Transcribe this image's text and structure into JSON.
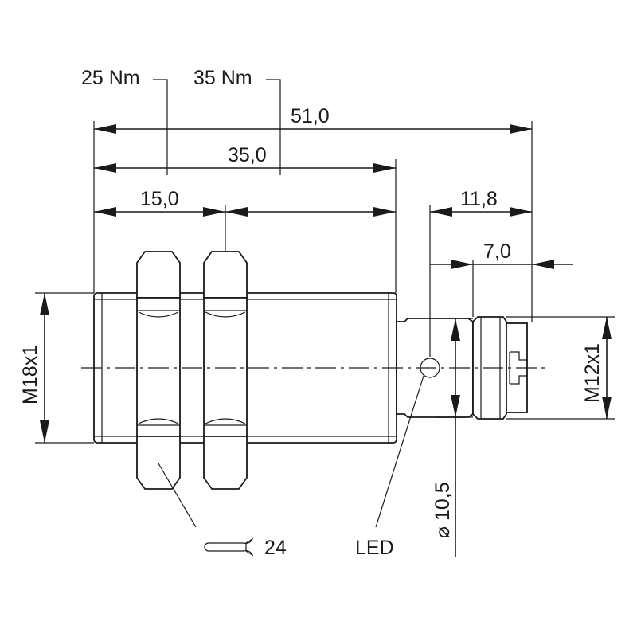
{
  "labels": {
    "torque_1": "25 Nm",
    "torque_2": "35 Nm",
    "dim_total": "51,0",
    "dim_thread": "35,0",
    "dim_nut": "15,0",
    "dim_connector": "11,8",
    "dim_connector_thread": "7,0",
    "thread_main": "M18x1",
    "thread_connector": "M12x1",
    "diameter": "⌀ 10,5",
    "led": "LED",
    "wrench_size": "24"
  },
  "icons": {
    "wrench": "wrench-icon"
  }
}
